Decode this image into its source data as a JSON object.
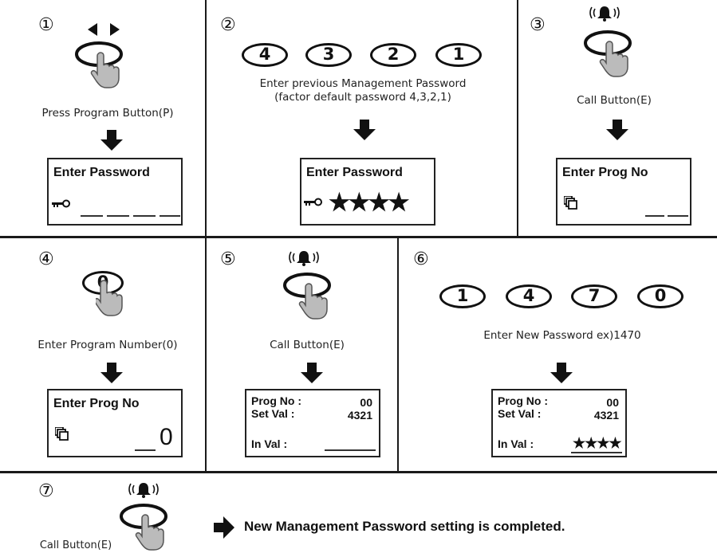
{
  "steps": {
    "s1": {
      "num": "①",
      "caption": "Press Program Button(P)",
      "lcd_title": "Enter Password"
    },
    "s2": {
      "num": "②",
      "keys": [
        "4",
        "3",
        "2",
        "1"
      ],
      "caption_line1": "Enter previous Management Password",
      "caption_line2": "(factor default password 4,3,2,1)",
      "lcd_title": "Enter Password",
      "lcd_stars": "★★★★"
    },
    "s3": {
      "num": "③",
      "caption": "Call Button(E)",
      "lcd_title": "Enter Prog  No"
    },
    "s4": {
      "num": "④",
      "key": "0",
      "caption": "Enter Program Number(0)",
      "lcd_title": "Enter Prog  No",
      "lcd_value": "0"
    },
    "s5": {
      "num": "⑤",
      "caption": "Call Button(E)",
      "prog_label": "Prog No :",
      "prog_value": "00",
      "set_label": "Set  Val  :",
      "set_value": "4321",
      "in_label": "In Val :"
    },
    "s6": {
      "num": "⑥",
      "keys": [
        "1",
        "4",
        "7",
        "0"
      ],
      "caption": "Enter New Password  ex)1470",
      "prog_label": "Prog No :",
      "prog_value": "00",
      "set_label": "Set  Val  :",
      "set_value": "4321",
      "in_label": "In Val :",
      "in_value": "★★★★"
    },
    "s7": {
      "num": "⑦",
      "caption": "Call Button(E)",
      "message": "New Management Password setting is completed."
    }
  }
}
